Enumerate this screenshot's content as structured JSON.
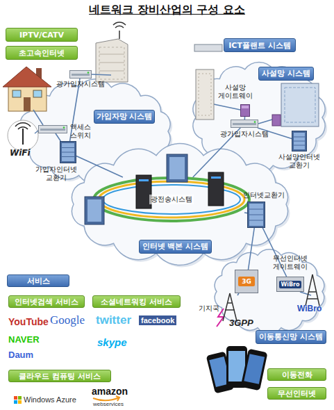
{
  "diagram": {
    "title": "네트워크 장비산업의 구성 요소",
    "nodes": [
      {
        "text": [
          "IPTV/CATV"
        ]
      },
      {
        "text": [
          "초고속인터넷"
        ]
      },
      {
        "text": [
          "가입자망 시스템"
        ]
      },
      {
        "text": [
          "광가입자시스템"
        ],
        "in": 2
      },
      {
        "text": [
          "액세스 스위치"
        ],
        "in": 2
      },
      {
        "text": [
          "가입자인터넷 교환기"
        ],
        "in": 2
      },
      {
        "text": [
          "ICT플랜트 시스템"
        ]
      },
      {
        "text": [
          "사설망 시스템"
        ]
      },
      {
        "text": [
          "사설망 게이트웨이"
        ],
        "in": 7
      },
      {
        "text": [
          "광가입자시스템"
        ],
        "in": 7
      },
      {
        "text": [
          "사설망인터넷 교환기"
        ],
        "in": 7
      },
      {
        "text": [
          "인터넷 백본 시스템"
        ]
      },
      {
        "text": [
          "광전송시스템"
        ],
        "in": 11
      },
      {
        "text": [
          "인터넷교환기"
        ],
        "in": 11
      },
      {
        "text": [
          "이동통신망 시스템"
        ]
      },
      {
        "text": [
          "무선인터넷 게이트웨이",
          "WiBro"
        ],
        "in": 14
      },
      {
        "text": [
          "3G"
        ],
        "in": 14
      },
      {
        "text": [
          "기지국"
        ],
        "in": 14
      },
      {
        "text": [
          "서비스"
        ]
      },
      {
        "text": [
          "인터넷검색 서비스"
        ]
      },
      {
        "text": [
          "소셜네트워킹 서비스"
        ]
      },
      {
        "text": [
          "클라우드 컴퓨팅 서비스"
        ]
      },
      {
        "text": [
          "이동전화"
        ]
      },
      {
        "text": [
          "무선인터넷"
        ]
      }
    ],
    "edges": [
      {
        "from": 3,
        "to": 5,
        "arrow": "none"
      },
      {
        "from": 4,
        "to": 5,
        "arrow": "none"
      },
      {
        "from": 5,
        "to": 12,
        "arrow": "none"
      },
      {
        "from": 8,
        "to": 9,
        "arrow": "none"
      },
      {
        "from": 10,
        "to": 9,
        "arrow": "none"
      },
      {
        "from": 9,
        "to": 12,
        "arrow": "none"
      },
      {
        "from": 12,
        "to": 13,
        "arrow": "none"
      },
      {
        "from": 13,
        "to": 16,
        "arrow": "none"
      },
      {
        "from": 13,
        "to": 15,
        "arrow": "none"
      },
      {
        "from": 16,
        "to": 17,
        "arrow": "none"
      }
    ],
    "labels": [
      "WiFi",
      "YouTube",
      "Google",
      "NAVER",
      "Daum",
      "twitter",
      "facebook",
      "skype",
      "Windows Azure",
      "amazon",
      "webservices",
      "3GPP",
      "WiBro"
    ]
  }
}
